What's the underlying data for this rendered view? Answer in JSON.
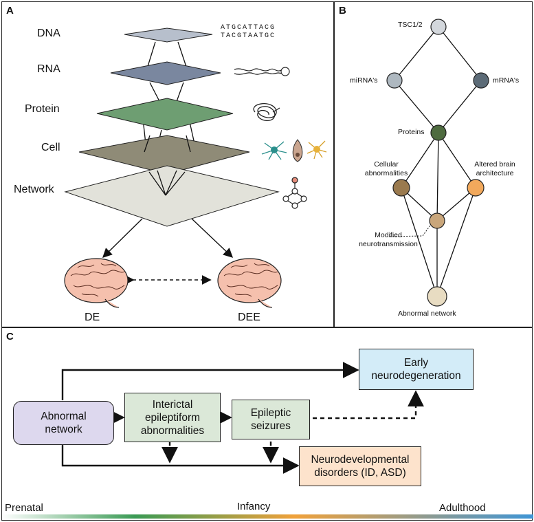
{
  "panel_a": {
    "label": "A",
    "levels": [
      "DNA",
      "RNA",
      "Protein",
      "Cell",
      "Network"
    ],
    "dna_seq_top": "ATGCATTACG",
    "dna_seq_bottom": "TACGTAATGC",
    "outcomes": [
      "DE",
      "DEE"
    ],
    "colors": {
      "dna": "#b7bfcc",
      "rna": "#7a879f",
      "protein": "#6e9e72",
      "cell": "#8f8b77",
      "network": "#e2e2da",
      "brain": "#f5c0ad"
    }
  },
  "panel_b": {
    "label": "B",
    "nodes": {
      "tsc": "TSC1/2",
      "mirna": "miRNA's",
      "mrna": "mRNA's",
      "proteins": "Proteins",
      "cellular": [
        "Cellular",
        "abnormalities"
      ],
      "altered": [
        "Altered brain",
        "architecture"
      ],
      "modified": [
        "Modified",
        "neurotransmission"
      ],
      "network": "Abnormal network"
    },
    "colors": {
      "tsc": "#d3d7dc",
      "mirna": "#aeb8c0",
      "mrna": "#5c6b77",
      "proteins": "#4e6b3f",
      "cellular": "#9a7a4e",
      "altered": "#f2a95c",
      "modified": "#c9a67b",
      "network": "#e8dcc2"
    }
  },
  "panel_c": {
    "label": "C",
    "boxes": {
      "abnormal": [
        "Abnormal",
        "network"
      ],
      "interictal": [
        "Interictal",
        "epileptiform",
        "abnormalities"
      ],
      "seizures": [
        "Epileptic",
        "seizures"
      ],
      "neurodegeneration": [
        "Early",
        "neurodegeneration"
      ],
      "neurodevelopmental": [
        "Neurodevelopmental",
        "disorders (ID, ASD)"
      ]
    },
    "timeline": [
      "Prenatal",
      "Infancy",
      "Adulthood"
    ],
    "colors": {
      "abnormal": "#ddd8ee",
      "interictal": "#dbe8d8",
      "seizures": "#dbe8d8",
      "neurodegeneration": "#d3ecf8",
      "neurodevelopmental": "#fde3cc",
      "gradient": [
        "#ffffff",
        "#3a9a54",
        "#f0a13a",
        "#3e95d6"
      ]
    }
  }
}
